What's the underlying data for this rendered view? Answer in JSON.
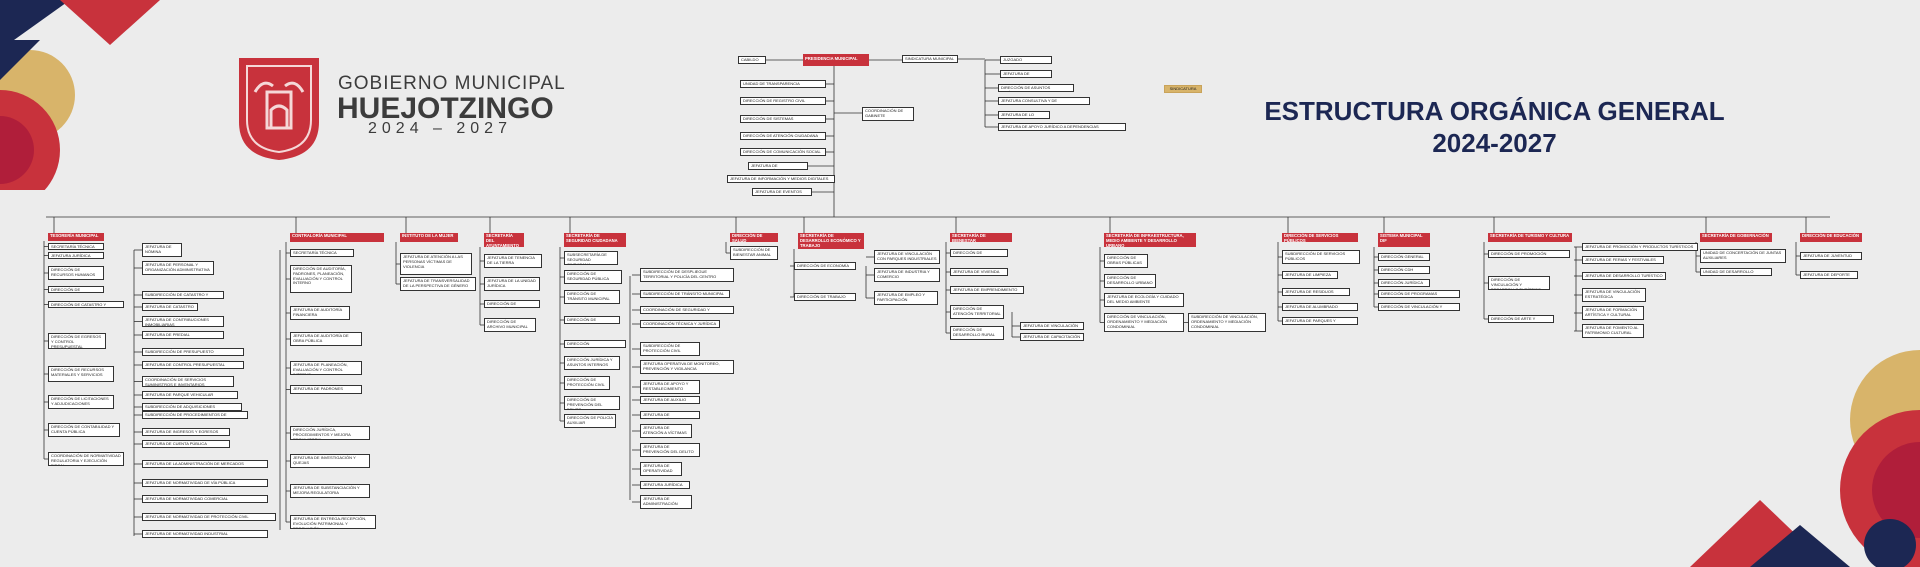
{
  "header": {
    "gov_line1": "GOBIERNO MUNICIPAL",
    "gov_line2": "HUEJOTZINGO",
    "gov_years": "2024 – 2027",
    "title_line1": "ESTRUCTURA ORGÁNICA GENERAL",
    "title_line2": "2024-2027",
    "sindicatura_tag": "SINDICATURA"
  },
  "colors": {
    "brand_red": "#c8323c",
    "navy": "#1c2753",
    "gold": "#d8b46a",
    "crimson": "#b01e3a"
  },
  "top": {
    "cabildo": "CABILDO",
    "presidencia": "PRESIDENCIA MUNICIPAL",
    "sindicatura": "SINDICATURA MUNICIPAL",
    "coordinacion_gabinete": "COORDINACIÓN DE GABINETE",
    "left_list": [
      "UNIDAD DE TRANSPARENCIA",
      "DIRECCIÓN DE REGISTRO CIVIL",
      "DIRECCIÓN DE SISTEMAS",
      "DIRECCIÓN DE ATENCIÓN CIUDADANA",
      "DIRECCIÓN DE COMUNICACIÓN SOCIAL",
      "JEFATURA DE PRODUCCIÓN",
      "JEFATURA DE INFORMACIÓN Y MEDIOS DIGITALES",
      "JEFATURA DE EVENTOS"
    ],
    "sind_list": [
      "JUZGADO CALIFICADOR",
      "JEFATURA DE PANTEONES",
      "DIRECCIÓN DE ASUNTOS JURÍDICOS",
      "JEFATURA CONSULTIVA Y DE NORMATIVIDAD",
      "JEFATURA DE LO CONTENCIOSO",
      "JEFATURA DE APOYO JURÍDICO A DEPENDENCIAS MUNICIPALES"
    ]
  },
  "departments": {
    "tesoreria": {
      "header": "TESORERÍA MUNICIPAL",
      "items": [
        "SECRETARÍA TÉCNICA",
        "JEFATURA JURÍDICA",
        "DIRECCIÓN DE RECURSOS HUMANOS",
        "JEFATURA DE NÓMINA",
        "JEFATURA DE PERSONAL Y ORGANIZACIÓN ADMINISTRATIVA",
        "DIRECCIÓN DE INGRESOS",
        "DIRECCIÓN DE CATASTRO Y PREDIAL",
        "SUBDIRECCIÓN DE CATASTRO Y PREDIAL",
        "JEFATURA DE CATASTRO",
        "JEFATURA DE CONTRIBUCIONES INMOBILIARIAS",
        "JEFATURA DE PREDIAL",
        "DIRECCIÓN DE EGRESOS Y CONTROL PRESUPUESTAL",
        "SUBDIRECCIÓN DE PRESUPUESTO",
        "JEFATURA DE CONTROL PRESUPUESTAL",
        "DIRECCIÓN DE RECURSOS MATERIALES Y SERVICIOS",
        "COORDINACIÓN DE SERVICIOS SUMINISTROS E INVENTARIOS",
        "JEFATURA DE PARQUE VEHICULAR",
        "DIRECCIÓN DE LICITACIONES Y ADJUDICACIONES",
        "SUBDIRECCIÓN DE ADQUISICIONES",
        "SUBDIRECCIÓN DE PROCEDIMIENTOS DE LICITACIÓN",
        "DIRECCIÓN DE CONTABILIDAD Y CUENTA PÚBLICA",
        "JEFATURA DE INGRESOS Y EGRESOS",
        "JEFATURA DE CUENTA PÚBLICA",
        "COORDINACIÓN DE NORMATIVIDAD REGULATORIA Y EJECUCIÓN FISCAL",
        "JEFATURA DE LA ADMINISTRACIÓN DE MERCADOS",
        "JEFATURA DE NORMATIVIDAD DE VÍA PÚBLICA",
        "JEFATURA DE NORMATIVIDAD COMERCIAL",
        "JEFATURA DE NORMATIVIDAD DE PROTECCIÓN CIVIL",
        "JEFATURA DE NORMATIVIDAD INDUSTRIAL"
      ]
    },
    "contraloria": {
      "header": "CONTRALORÍA MUNICIPAL",
      "items": [
        "SECRETARÍA TÉCNICA",
        "DIRECCIÓN DE AUDITORÍA, PADRONES, PLANEACIÓN, EVALUACIÓN Y CONTROL INTERNO",
        "JEFATURA DE AUDITORÍA FINANCIERA",
        "JEFATURA DE AUDITORÍA DE OBRA PÚBLICA",
        "JEFATURA DE PLANEACIÓN, EVALUACIÓN Y CONTROL INTERNO",
        "JEFATURA DE PADRONES",
        "DIRECCIÓN JURÍDICA, PROCEDIMIENTOS Y MEJORA REGULATORIA",
        "JEFATURA DE INVESTIGACIÓN Y QUEJAS",
        "JEFATURA DE SUBSTANCIACIÓN Y MEJORA REGULATORIA",
        "JEFATURA DE ENTREGA-RECEPCIÓN, EVOLUCIÓN PATRIMONIAL Y RESOLUCIÓN"
      ]
    },
    "mujer": {
      "header": "INSTITUTO DE LA MUJER",
      "items": [
        "JEFATURA DE ATENCIÓN A LAS PERSONAS VÍCTIMAS DE VIOLENCIA",
        "JEFATURA DE TRANSVERSALIDAD DE LA PERSPECTIVA DE GÉNERO"
      ]
    },
    "secretaria": {
      "header": "SECRETARÍA DEL AYUNTAMIENTO",
      "items": [
        "JEFATURA DE TENENCIA DE LA TIERRA",
        "JEFATURA DE LA UNIDAD JURÍDICA",
        "DIRECCIÓN DE MIGRACIÓN",
        "DIRECCIÓN DE ARCHIVO MUNICIPAL"
      ]
    },
    "seguridad": {
      "header": "SECRETARÍA DE SEGURIDAD CIUDADANA",
      "items": [
        "SUBSECRETARÍA DE SEGURIDAD CIUDADANA",
        "DIRECCIÓN DE SEGURIDAD PÚBLICA",
        "DIRECCIÓN DE TRÁNSITO MUNICIPAL",
        "DIRECCIÓN DE C.E.R.E.S.O.",
        "DIRECCIÓN ADMINISTRATIVA",
        "DIRECCIÓN JURÍDICA Y ASUNTOS INTERNOS",
        "DIRECCIÓN DE PROTECCIÓN CIVIL",
        "DIRECCIÓN DE PREVENCIÓN DEL DELITO",
        "DIRECCIÓN DE POLICÍA AUXILIAR",
        "SUBDIRECCIÓN DE DESPLIEGUE TERRITORIAL Y POLICÍA DEL CENTRO",
        "SUBDIRECCIÓN DE TRÁNSITO MUNICIPAL",
        "COORDINACIÓN DE SEGURIDAD Y CUSTODIA",
        "COORDINACIÓN TÉCNICA Y JURÍDICA",
        "SUBDIRECCIÓN DE PROTECCIÓN CIVIL",
        "JEFATURA OPERATIVA DE MONITOREO, PREVENCIÓN Y VIGILANCIA",
        "JEFATURA DE APOYO Y RESTABLECIMIENTO",
        "JEFATURA DE AUXILIO",
        "JEFATURA DE CAPACITACIÓN",
        "JEFATURA DE ATENCIÓN A VÍCTIMAS",
        "JEFATURA DE PREVENCIÓN DEL DELITO",
        "JEFATURA DE OPERATIVIDAD",
        "JEFATURA JURÍDICA",
        "JEFATURA DE ADMINISTRACIÓN"
      ]
    },
    "salud": {
      "header": "DIRECCIÓN DE SALUD",
      "items": [
        "SUBDIRECCIÓN DE BIENESTAR ANIMAL"
      ]
    },
    "desarrollo_economico": {
      "header": "SECRETARÍA DE DESARROLLO ECONÓMICO Y TRABAJO",
      "items": [
        "DIRECCIÓN DE ECONOMÍA",
        "JEFATURA DE VINCULACIÓN CON PARQUES INDUSTRIALES",
        "JEFATURA DE INDUSTRIA Y COMERCIO",
        "DIRECCIÓN DE TRABAJO",
        "JEFATURA DE EMPLEO Y PARTICIPACIÓN"
      ]
    },
    "bienestar": {
      "header": "SECRETARÍA DE BIENESTAR",
      "items": [
        "DIRECCIÓN DE BIENESTAR",
        "JEFATURA DE VIVIENDA",
        "JEFATURA DE EMPRENDIMIENTO",
        "DIRECCIÓN DE ATENCIÓN TERRITORIAL",
        "DIRECCIÓN DE DESARROLLO RURAL",
        "JEFATURA DE VINCULACIÓN",
        "JEFATURA DE CAPACITACIÓN"
      ]
    },
    "infraestructura": {
      "header": "SECRETARÍA DE INFRAESTRUCTURA, MEDIO AMBIENTE Y DESARROLLO URBANO",
      "items": [
        "DIRECCIÓN DE OBRAS PÚBLICAS",
        "DIRECCIÓN DE DESARROLLO URBANO",
        "JEFATURA DE ECOLOGÍA Y CUIDADO DEL MEDIO AMBIENTE",
        "DIRECCIÓN DE VINCULACIÓN, ORDENAMIENTO Y MEDIACIÓN CONDOMINIAL",
        "SUBDIRECCIÓN DE VINCULACIÓN, ORDENAMIENTO Y MEDIACIÓN CONDOMINIAL"
      ]
    },
    "servicios": {
      "header": "DIRECCIÓN DE SERVICIOS PÚBLICOS",
      "items": [
        "SUBDIRECCIÓN DE SERVICIOS PÚBLICOS",
        "JEFATURA DE LIMPIEZA",
        "JEFATURA DE RESIDUOS SÓLIDOS",
        "JEFATURA DE ALUMBRADO PÚBLICO",
        "JEFATURA DE PARQUES Y JARDINES"
      ]
    },
    "dif": {
      "header": "SISTEMA MUNICIPAL DIF",
      "items": [
        "DIRECCIÓN GENERAL",
        "DIRECCIÓN CDH",
        "DIRECCIÓN JURÍDICA",
        "DIRECCIÓN DE PROGRAMAS COMUNITARIOS",
        "DIRECCIÓN DE VINCULACIÓN Y TRABAJO"
      ]
    },
    "turismo": {
      "header": "SECRETARÍA DE TURISMO Y CULTURA",
      "items": [
        "DIRECCIÓN DE PROMOCIÓN TURÍSTICA",
        "JEFATURA DE PROMOCIÓN Y PRODUCTOS TURÍSTICOS",
        "JEFATURA DE FERIAS Y FESTIVALES",
        "DIRECCIÓN DE VINCULACIÓN Y DESARROLLO TURÍSTICO",
        "JEFATURA DE DESARROLLO TURÍSTICO",
        "JEFATURA DE VINCULACIÓN ESTRATÉGICA",
        "DIRECCIÓN DE ARTE Y CULTURA",
        "JEFATURA DE FORMACIÓN ARTÍSTICA Y CULTURAL",
        "JEFATURA DE FOMENTO AL PATRIMONIO CULTURAL"
      ]
    },
    "gobernacion": {
      "header": "SECRETARÍA DE GOBERNACIÓN",
      "items": [
        "UNIDAD DE CONCERTACIÓN DE JUNTAS AUXILIARES",
        "UNIDAD DE DESARROLLO POLÍTICO"
      ]
    },
    "educacion": {
      "header": "DIRECCIÓN DE EDUCACIÓN",
      "items": [
        "JEFATURA DE JUVENTUD",
        "JEFATURA DE DEPORTE"
      ]
    }
  }
}
